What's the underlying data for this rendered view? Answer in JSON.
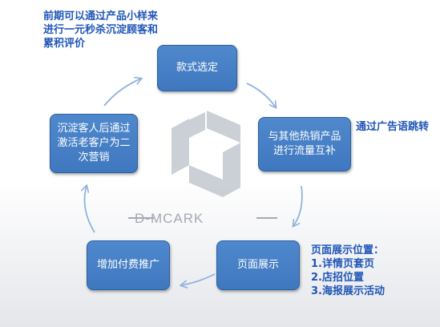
{
  "watermark": {
    "brand": "D-MCARK"
  },
  "nodes": [
    {
      "id": "select",
      "label": "款式选定"
    },
    {
      "id": "traffic",
      "label": "与其他热销产品进行流量互补"
    },
    {
      "id": "display",
      "label": "页面展示"
    },
    {
      "id": "promo",
      "label": "增加付费推广"
    },
    {
      "id": "remarketing",
      "label": "沉淀客人后通过激活老客户为二次营销"
    }
  ],
  "notes": {
    "top_left": [
      "前期可以通过产品小样来",
      "进行一元秒杀沉淀顾客和",
      "累积评价"
    ],
    "right": "通过广告语跳转",
    "bottom_right": [
      "页面展示位置：",
      "1.详情页套页",
      "2.店招位置",
      "3.海报展示活动"
    ]
  },
  "colors": {
    "box": "#4f88cc",
    "note_text": "#1f56b8",
    "arrow": "#8fb3dc"
  }
}
